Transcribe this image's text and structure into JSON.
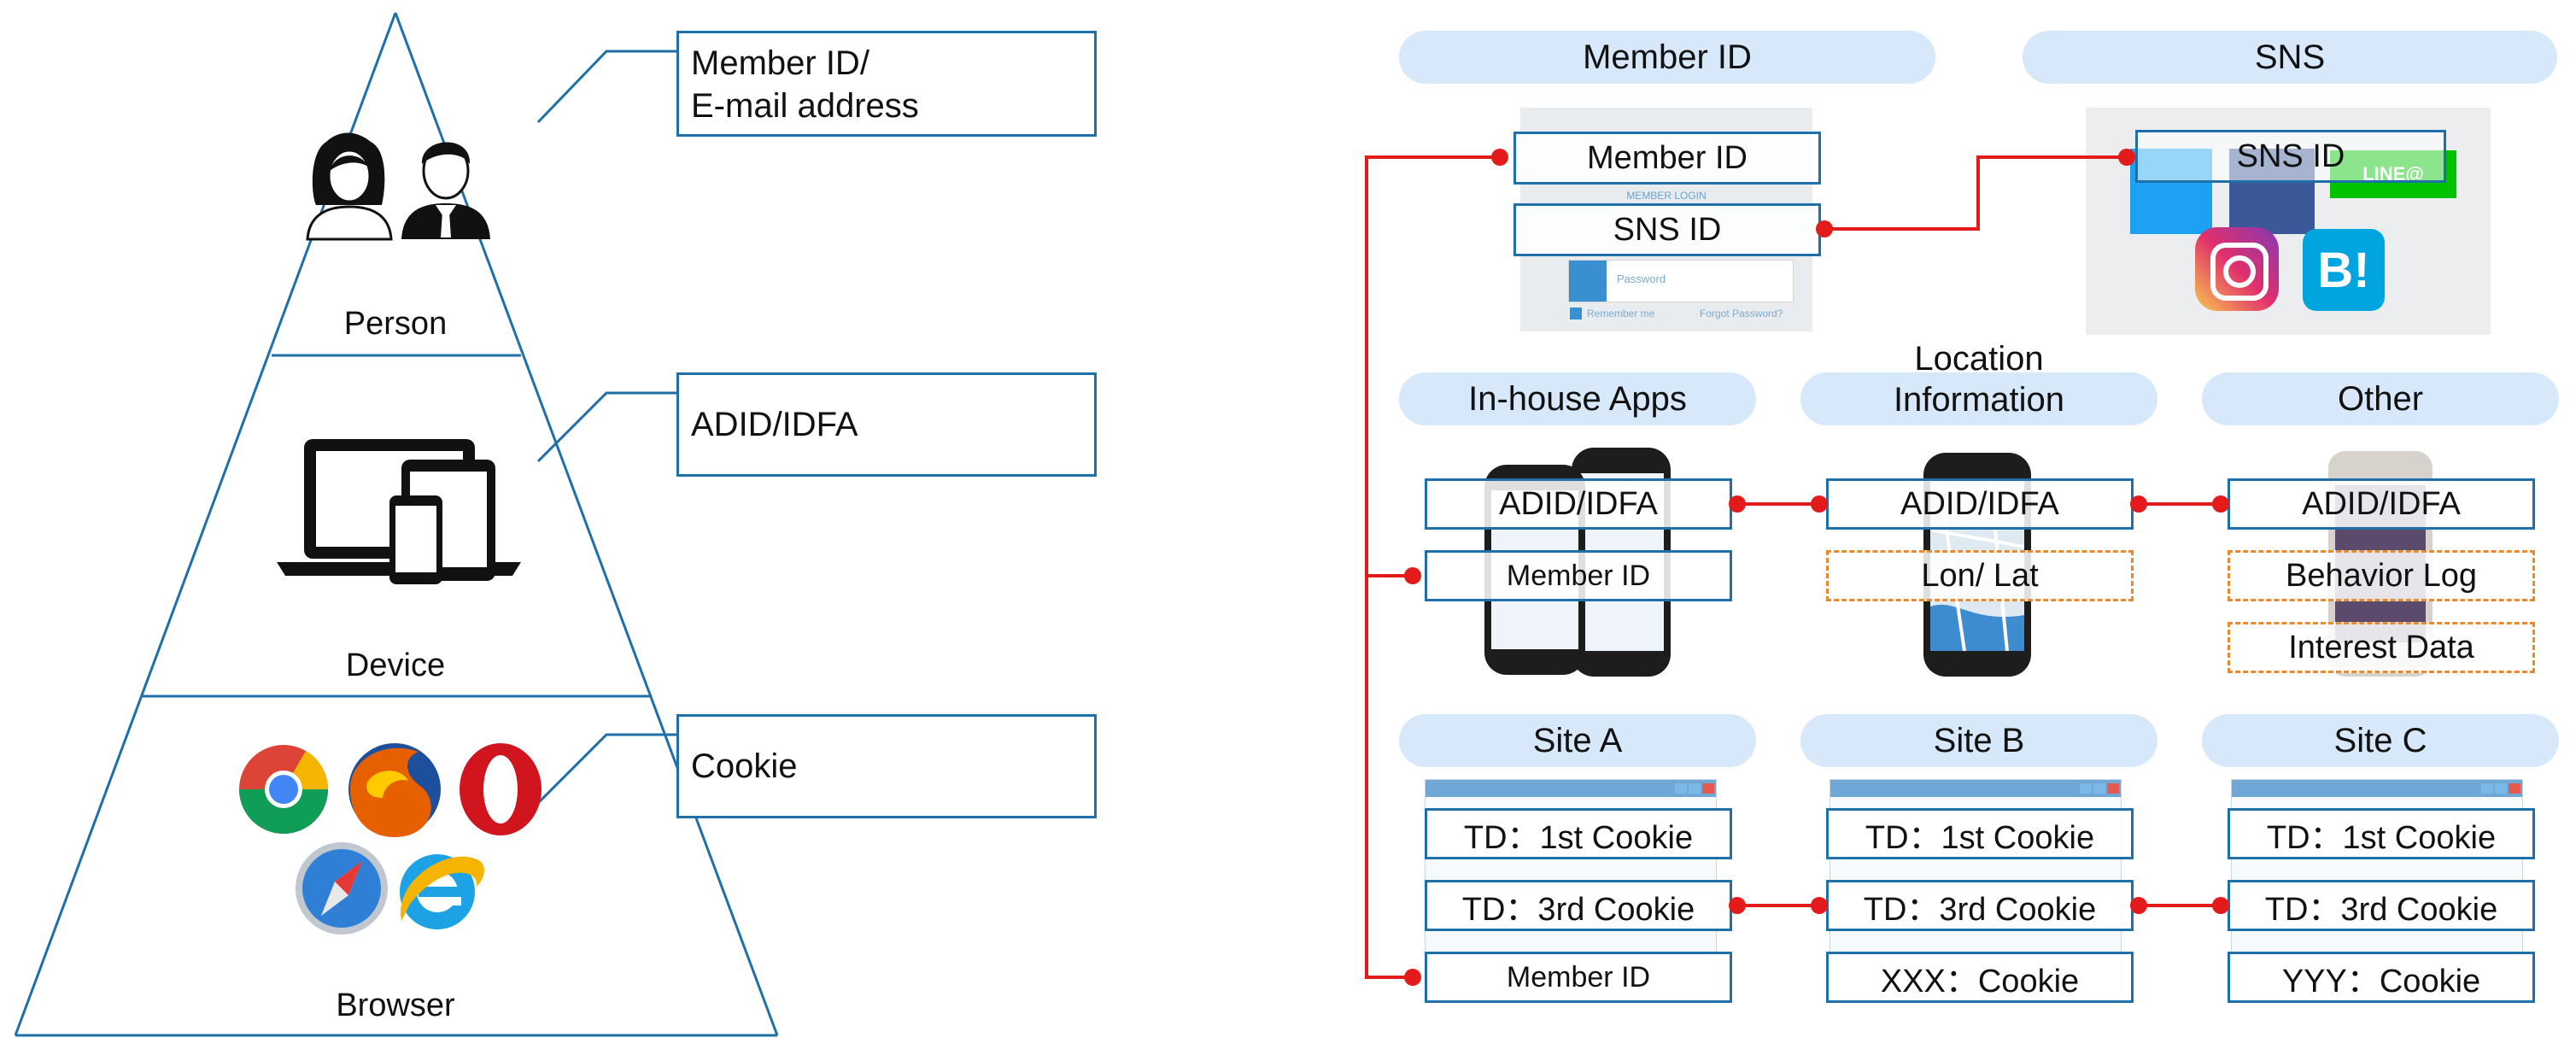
{
  "pyramid": {
    "levels": [
      "Person",
      "Device",
      "Browser"
    ],
    "callouts": [
      "Member ID/\nE-mail address",
      "ADID/IDFA",
      "Cookie"
    ]
  },
  "sections": {
    "member": {
      "title": "Member ID",
      "ids": [
        "Member ID",
        "SNS ID"
      ],
      "login_caption": "MEMBER LOGIN",
      "password_placeholder": "Password",
      "remember": "Remember me",
      "forgot": "Forgot Password?"
    },
    "sns": {
      "title": "SNS",
      "ids": [
        "SNS ID"
      ],
      "line_label": "LINE@",
      "hatena_label": "B!"
    },
    "apps": {
      "title": "In-house Apps",
      "ids": [
        "ADID/IDFA",
        "Member ID"
      ]
    },
    "location": {
      "title": "Location\nInformation",
      "ids": [
        "ADID/IDFA",
        "Lon/ Lat"
      ]
    },
    "other": {
      "title": "Other",
      "ids": [
        "ADID/IDFA",
        "Behavior Log",
        "Interest Data"
      ]
    },
    "site_a": {
      "title": "Site A",
      "ids": [
        "TD：1st Cookie",
        "TD：3rd Cookie",
        "Member ID"
      ]
    },
    "site_b": {
      "title": "Site B",
      "ids": [
        "TD：1st Cookie",
        "TD：3rd Cookie",
        "XXX：Cookie"
      ]
    },
    "site_c": {
      "title": "Site C",
      "ids": [
        "TD：1st Cookie",
        "TD：3rd Cookie",
        "YYY：Cookie"
      ]
    }
  },
  "colors": {
    "connector": "#e31b1b",
    "box_border": "#1f6fa8",
    "pill_fill": "#d6e8f9",
    "dashed_border": "#e98a2c"
  }
}
